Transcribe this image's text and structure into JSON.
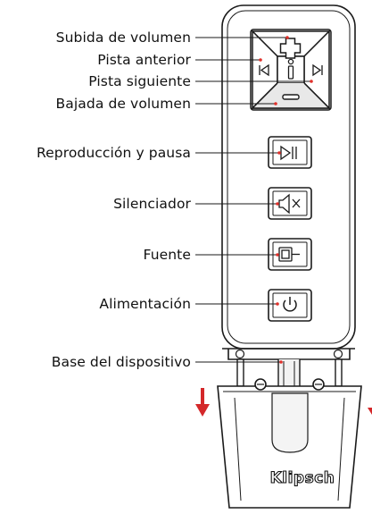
{
  "labels": {
    "volume_up": "Subida de volumen",
    "previous_track": "Pista anterior",
    "next_track": "Pista siguiente",
    "volume_down": "Bajada de volumen",
    "play_pause": "Reproducción y pausa",
    "mute": "Silenciador",
    "source": "Fuente",
    "power": "Alimentación",
    "device_dock": "Base del dispositivo"
  },
  "brand": "Klipsch",
  "colors": {
    "leader_dot": "#e0302a",
    "arrow": "#d4282a",
    "outline": "#1a1a1a"
  },
  "icons": [
    "plus-icon",
    "minus-icon",
    "previous-track-icon",
    "next-track-icon",
    "info-icon",
    "play-pause-icon",
    "mute-icon",
    "source-icon",
    "power-icon"
  ]
}
